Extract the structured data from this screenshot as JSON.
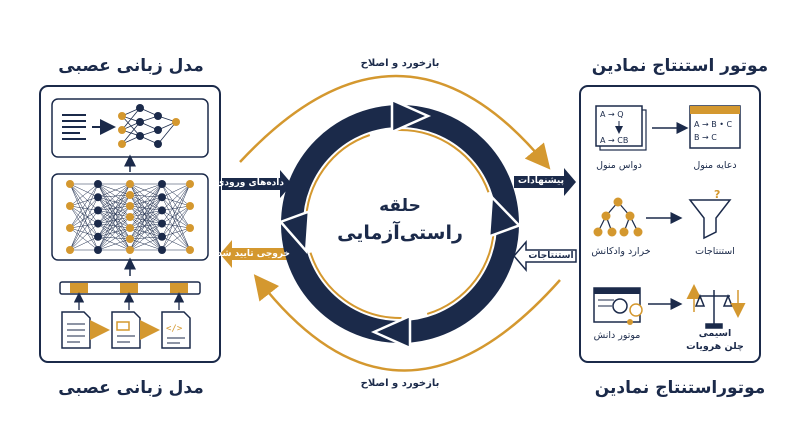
{
  "left_panel": {
    "title_top": "مدل زبانی عصبی",
    "title_bottom": "مدل زبانی عصبی"
  },
  "right_panel": {
    "title_top": "موتور استنتاج نمادین",
    "title_bottom": "موتوراستنتاج نمادین",
    "items": {
      "premises": "دواس منول",
      "claim": "دعایه منول",
      "knowledge_tree": "خرارد وادکانش",
      "inference": "استنتاجات",
      "knowledge_engine": "موتور دانش",
      "verdict_line1": "اسیمی",
      "verdict_line2": "چلن هرویات"
    },
    "premise_formula": {
      "line1": "A → Q",
      "line2": "A → CB"
    },
    "claim_formula": {
      "line1": "A → B • C",
      "line2": "B → C"
    }
  },
  "center": {
    "line1": "حلقه",
    "line2": "راستی‌آزمایی"
  },
  "arcs": {
    "top_label": "بازخورد و اصلاح",
    "bottom_label": "بازخورد و اصلاح"
  },
  "connectors": {
    "input_data": "داده‌های ورودی",
    "verified_output": "خروجی تایید شده",
    "suggestions": "پیشنهادات",
    "inferences": "استنتاجات"
  },
  "colors": {
    "navy": "#1b2a4a",
    "gold": "#d4982f",
    "panel_border": "#1b2a4a"
  }
}
